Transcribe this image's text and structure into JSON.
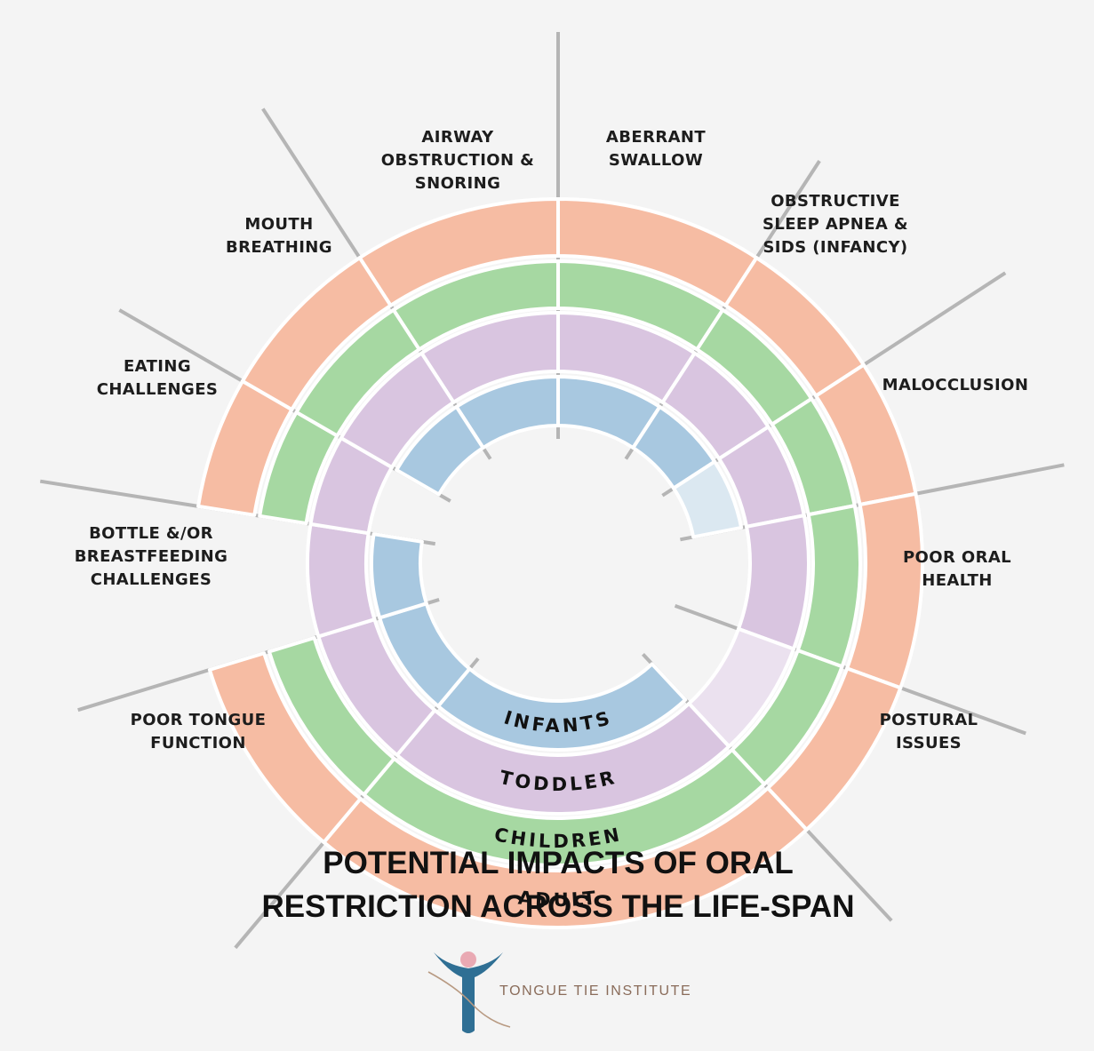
{
  "colors": {
    "adult": "#f6bca3",
    "children": "#a6d8a2",
    "toddler": "#d9c5e0",
    "infants": "#a8c8e0",
    "infants_faded": "#dbe8f1",
    "toddler_faded": "#ebe1ef",
    "spokes": "#b5b5b5",
    "background": "#f4f4f4"
  },
  "rings": {
    "infants": "INFANTS",
    "toddler": "TODDLER",
    "children": "CHILDREN",
    "adult": "ADULT"
  },
  "impacts": [
    {
      "id": "aberrant-swallow",
      "lines": [
        "ABERRANT",
        "SWALLOW"
      ]
    },
    {
      "id": "obstructive-sleep-apnea",
      "lines": [
        "OBSTRUCTIVE",
        "SLEEP APNEA &",
        "SIDS (INFANCY)"
      ]
    },
    {
      "id": "malocclusion",
      "lines": [
        "MALOCCLUSION"
      ]
    },
    {
      "id": "poor-oral-health",
      "lines": [
        "POOR ORAL",
        "HEALTH"
      ]
    },
    {
      "id": "postural-issues",
      "lines": [
        "POSTURAL",
        "ISSUES"
      ]
    },
    {
      "id": "poor-tongue-function",
      "lines": [
        "POOR TONGUE",
        "FUNCTION"
      ]
    },
    {
      "id": "bottle-breastfeeding",
      "lines": [
        "BOTTLE &/OR",
        "BREASTFEEDING",
        "CHALLENGES"
      ]
    },
    {
      "id": "eating-challenges",
      "lines": [
        "EATING",
        "CHALLENGES"
      ]
    },
    {
      "id": "mouth-breathing",
      "lines": [
        "MOUTH",
        "BREATHING"
      ]
    },
    {
      "id": "airway-obstruction",
      "lines": [
        "AIRWAY",
        "OBSTRUCTION &",
        "SNORING"
      ]
    }
  ],
  "title": [
    "POTENTIAL IMPACTS OF ORAL",
    "RESTRICTION ACROSS THE LIFE-SPAN"
  ],
  "brand": {
    "name": "TONGUE TIE INSTITUTE"
  }
}
